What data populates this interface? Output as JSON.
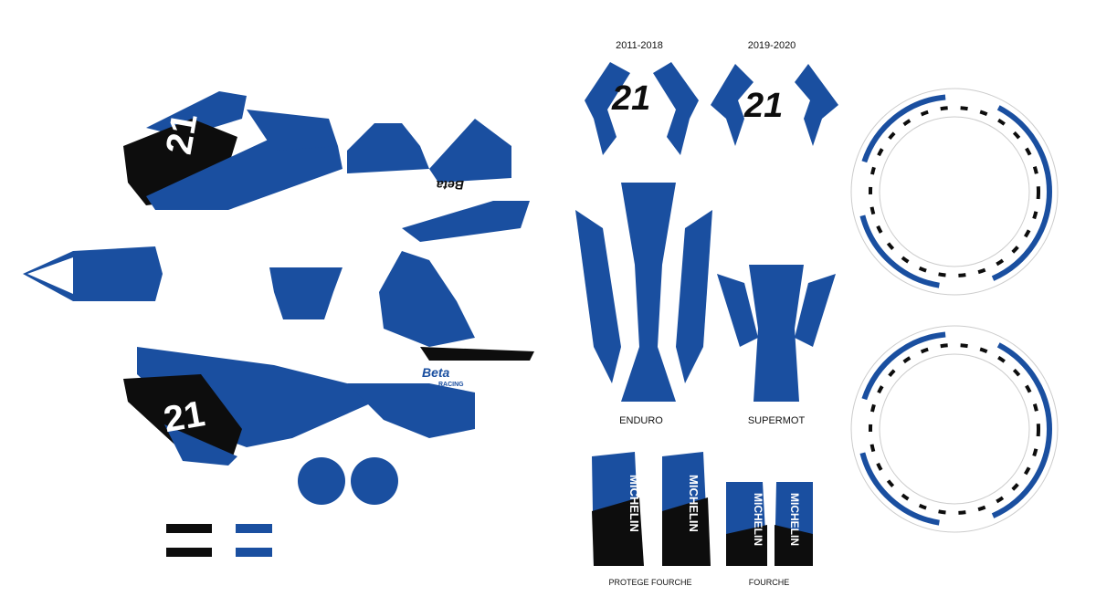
{
  "colors": {
    "brand_blue": "#1a4fa0",
    "black": "#0d0d0d",
    "white": "#ffffff"
  },
  "labels": {
    "plate_2011": "2011-2018",
    "plate_2019": "2019-2020",
    "enduro": "ENDURO",
    "supermot": "SUPERMOT",
    "protege_fourche": "PROTEGE FOURCHE",
    "fourche": "FOURCHE"
  },
  "logo_lettering": {
    "number": "21",
    "brand": "Beta",
    "sub": "RACING",
    "tyre": "MICHELIN"
  }
}
